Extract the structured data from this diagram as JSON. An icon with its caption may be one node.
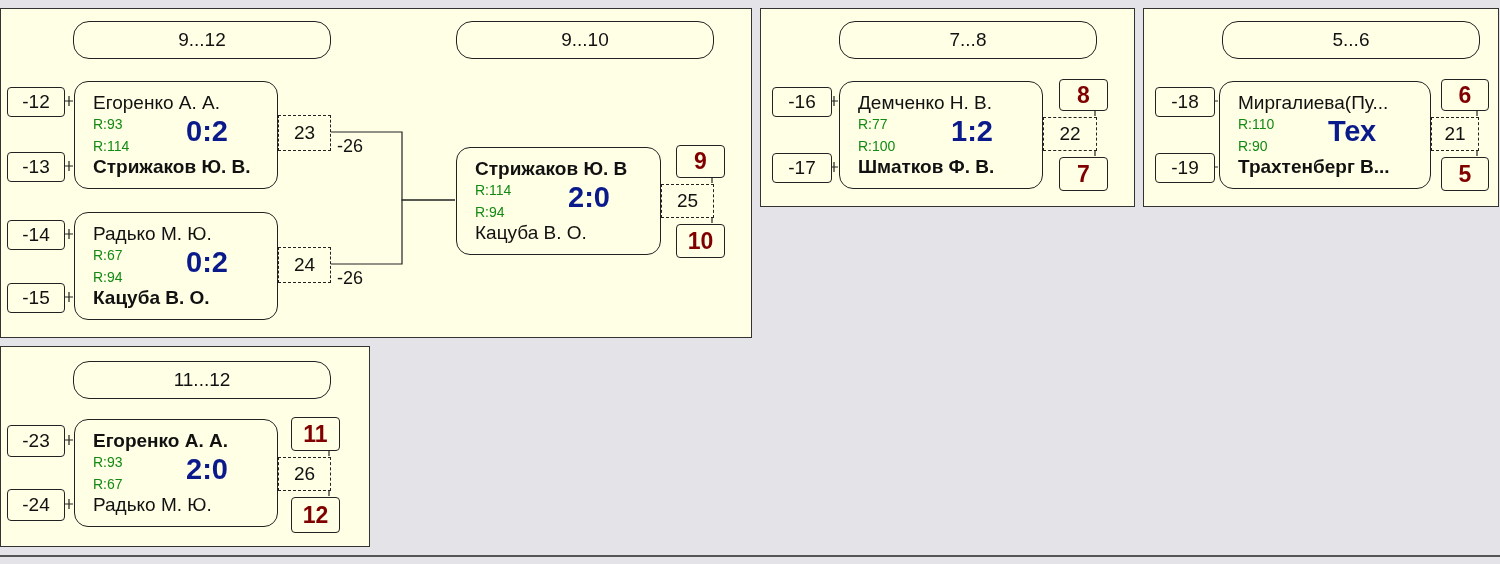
{
  "diagram": {
    "nodes": [
      {
        "text": [],
        "shape": "box"
      },
      {
        "text": [
          "9...12"
        ],
        "in": 0
      },
      {
        "text": [
          "9...10"
        ],
        "in": 0
      },
      {
        "text": [
          "-12"
        ],
        "in": 0
      },
      {
        "text": [
          "Егоренко А. А.",
          "R:93",
          "0:2",
          "R:114",
          "Стрижаков Ю. В."
        ],
        "in": 0
      },
      {
        "text": [
          "23"
        ],
        "in": 0
      },
      {
        "text": [
          "-13"
        ],
        "in": 0
      },
      {
        "text": [
          "-14"
        ],
        "in": 0
      },
      {
        "text": [
          "Радько М. Ю.",
          "R:67",
          "0:2",
          "R:94",
          "Кацуба В. О."
        ],
        "in": 0
      },
      {
        "text": [
          "24"
        ],
        "in": 0
      },
      {
        "text": [
          "-15"
        ],
        "in": 0
      },
      {
        "text": [
          "Стрижаков Ю. В",
          "R:114",
          "2:0",
          "R:94",
          "Кацуба В. О."
        ],
        "in": 0
      },
      {
        "text": [
          "9"
        ],
        "in": 0
      },
      {
        "text": [
          "25"
        ],
        "in": 0
      },
      {
        "text": [
          "10"
        ],
        "in": 0
      },
      {
        "text": [],
        "shape": "box"
      },
      {
        "text": [
          "7...8"
        ],
        "in": 15
      },
      {
        "text": [
          "-16"
        ],
        "in": 15
      },
      {
        "text": [
          "Демченко Н. В.",
          "R:77",
          "1:2",
          "R:100",
          "Шматков Ф. В."
        ],
        "in": 15
      },
      {
        "text": [
          "8"
        ],
        "in": 15
      },
      {
        "text": [
          "22"
        ],
        "in": 15
      },
      {
        "text": [
          "-17"
        ],
        "in": 15
      },
      {
        "text": [
          "7"
        ],
        "in": 15
      },
      {
        "text": [],
        "shape": "box"
      },
      {
        "text": [
          "5...6"
        ],
        "in": 23
      },
      {
        "text": [
          "-18"
        ],
        "in": 23
      },
      {
        "text": [
          "Миргалиева(Пу...",
          "R:110",
          "Тех",
          "R:90",
          "Трахтенберг В..."
        ],
        "in": 23
      },
      {
        "text": [
          "6"
        ],
        "in": 23
      },
      {
        "text": [
          "21"
        ],
        "in": 23
      },
      {
        "text": [
          "-19"
        ],
        "in": 23
      },
      {
        "text": [
          "5"
        ],
        "in": 23
      },
      {
        "text": [],
        "shape": "box"
      },
      {
        "text": [
          "11...12"
        ],
        "in": 31
      },
      {
        "text": [
          "-23"
        ],
        "in": 31
      },
      {
        "text": [
          "Егоренко А. А.",
          "R:93",
          "2:0",
          "R:67",
          "Радько М. Ю."
        ],
        "in": 31
      },
      {
        "text": [
          "11"
        ],
        "in": 31
      },
      {
        "text": [
          "26"
        ],
        "in": 31
      },
      {
        "text": [
          "-24"
        ],
        "in": 31
      },
      {
        "text": [
          "12"
        ],
        "in": 31
      }
    ],
    "edges": [
      {
        "from": 3,
        "to": 4,
        "arrow": "none"
      },
      {
        "from": 6,
        "to": 4,
        "arrow": "none"
      },
      {
        "from": 7,
        "to": 8,
        "arrow": "none"
      },
      {
        "from": 10,
        "to": 8,
        "arrow": "none"
      },
      {
        "from": 5,
        "to": 11,
        "arrow": "none",
        "label": "-26"
      },
      {
        "from": 9,
        "to": 11,
        "arrow": "none",
        "label": "-26"
      },
      {
        "from": 13,
        "to": 12,
        "arrow": "none"
      },
      {
        "from": 13,
        "to": 14,
        "arrow": "none"
      },
      {
        "from": 17,
        "to": 18,
        "arrow": "none"
      },
      {
        "from": 21,
        "to": 18,
        "arrow": "none"
      },
      {
        "from": 20,
        "to": 19,
        "arrow": "none"
      },
      {
        "from": 20,
        "to": 22,
        "arrow": "none"
      },
      {
        "from": 25,
        "to": 26,
        "arrow": "none"
      },
      {
        "from": 29,
        "to": 26,
        "arrow": "none"
      },
      {
        "from": 28,
        "to": 27,
        "arrow": "none"
      },
      {
        "from": 28,
        "to": 30,
        "arrow": "none"
      },
      {
        "from": 33,
        "to": 34,
        "arrow": "none"
      },
      {
        "from": 37,
        "to": 34,
        "arrow": "none"
      },
      {
        "from": 36,
        "to": 35,
        "arrow": "none"
      },
      {
        "from": 36,
        "to": 38,
        "arrow": "none"
      }
    ]
  }
}
